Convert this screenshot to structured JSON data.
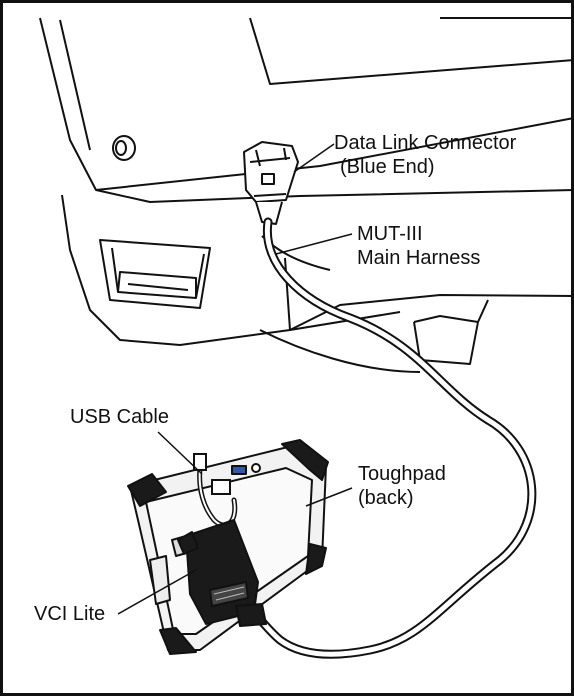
{
  "labels": {
    "dlc_line1": "Data Link Connector",
    "dlc_line2": "(Blue End)",
    "harness_line1": "MUT-III",
    "harness_line2": "Main Harness",
    "usb_cable": "USB Cable",
    "toughpad_line1": "Toughpad",
    "toughpad_line2": "(back)",
    "vci_lite": "VCI Lite"
  },
  "colors": {
    "line": "#111111",
    "background": "#ffffff",
    "device_dark": "#1a1a1a",
    "tablet_body": "#f2f2f2",
    "accent_blue": "#3355aa"
  }
}
